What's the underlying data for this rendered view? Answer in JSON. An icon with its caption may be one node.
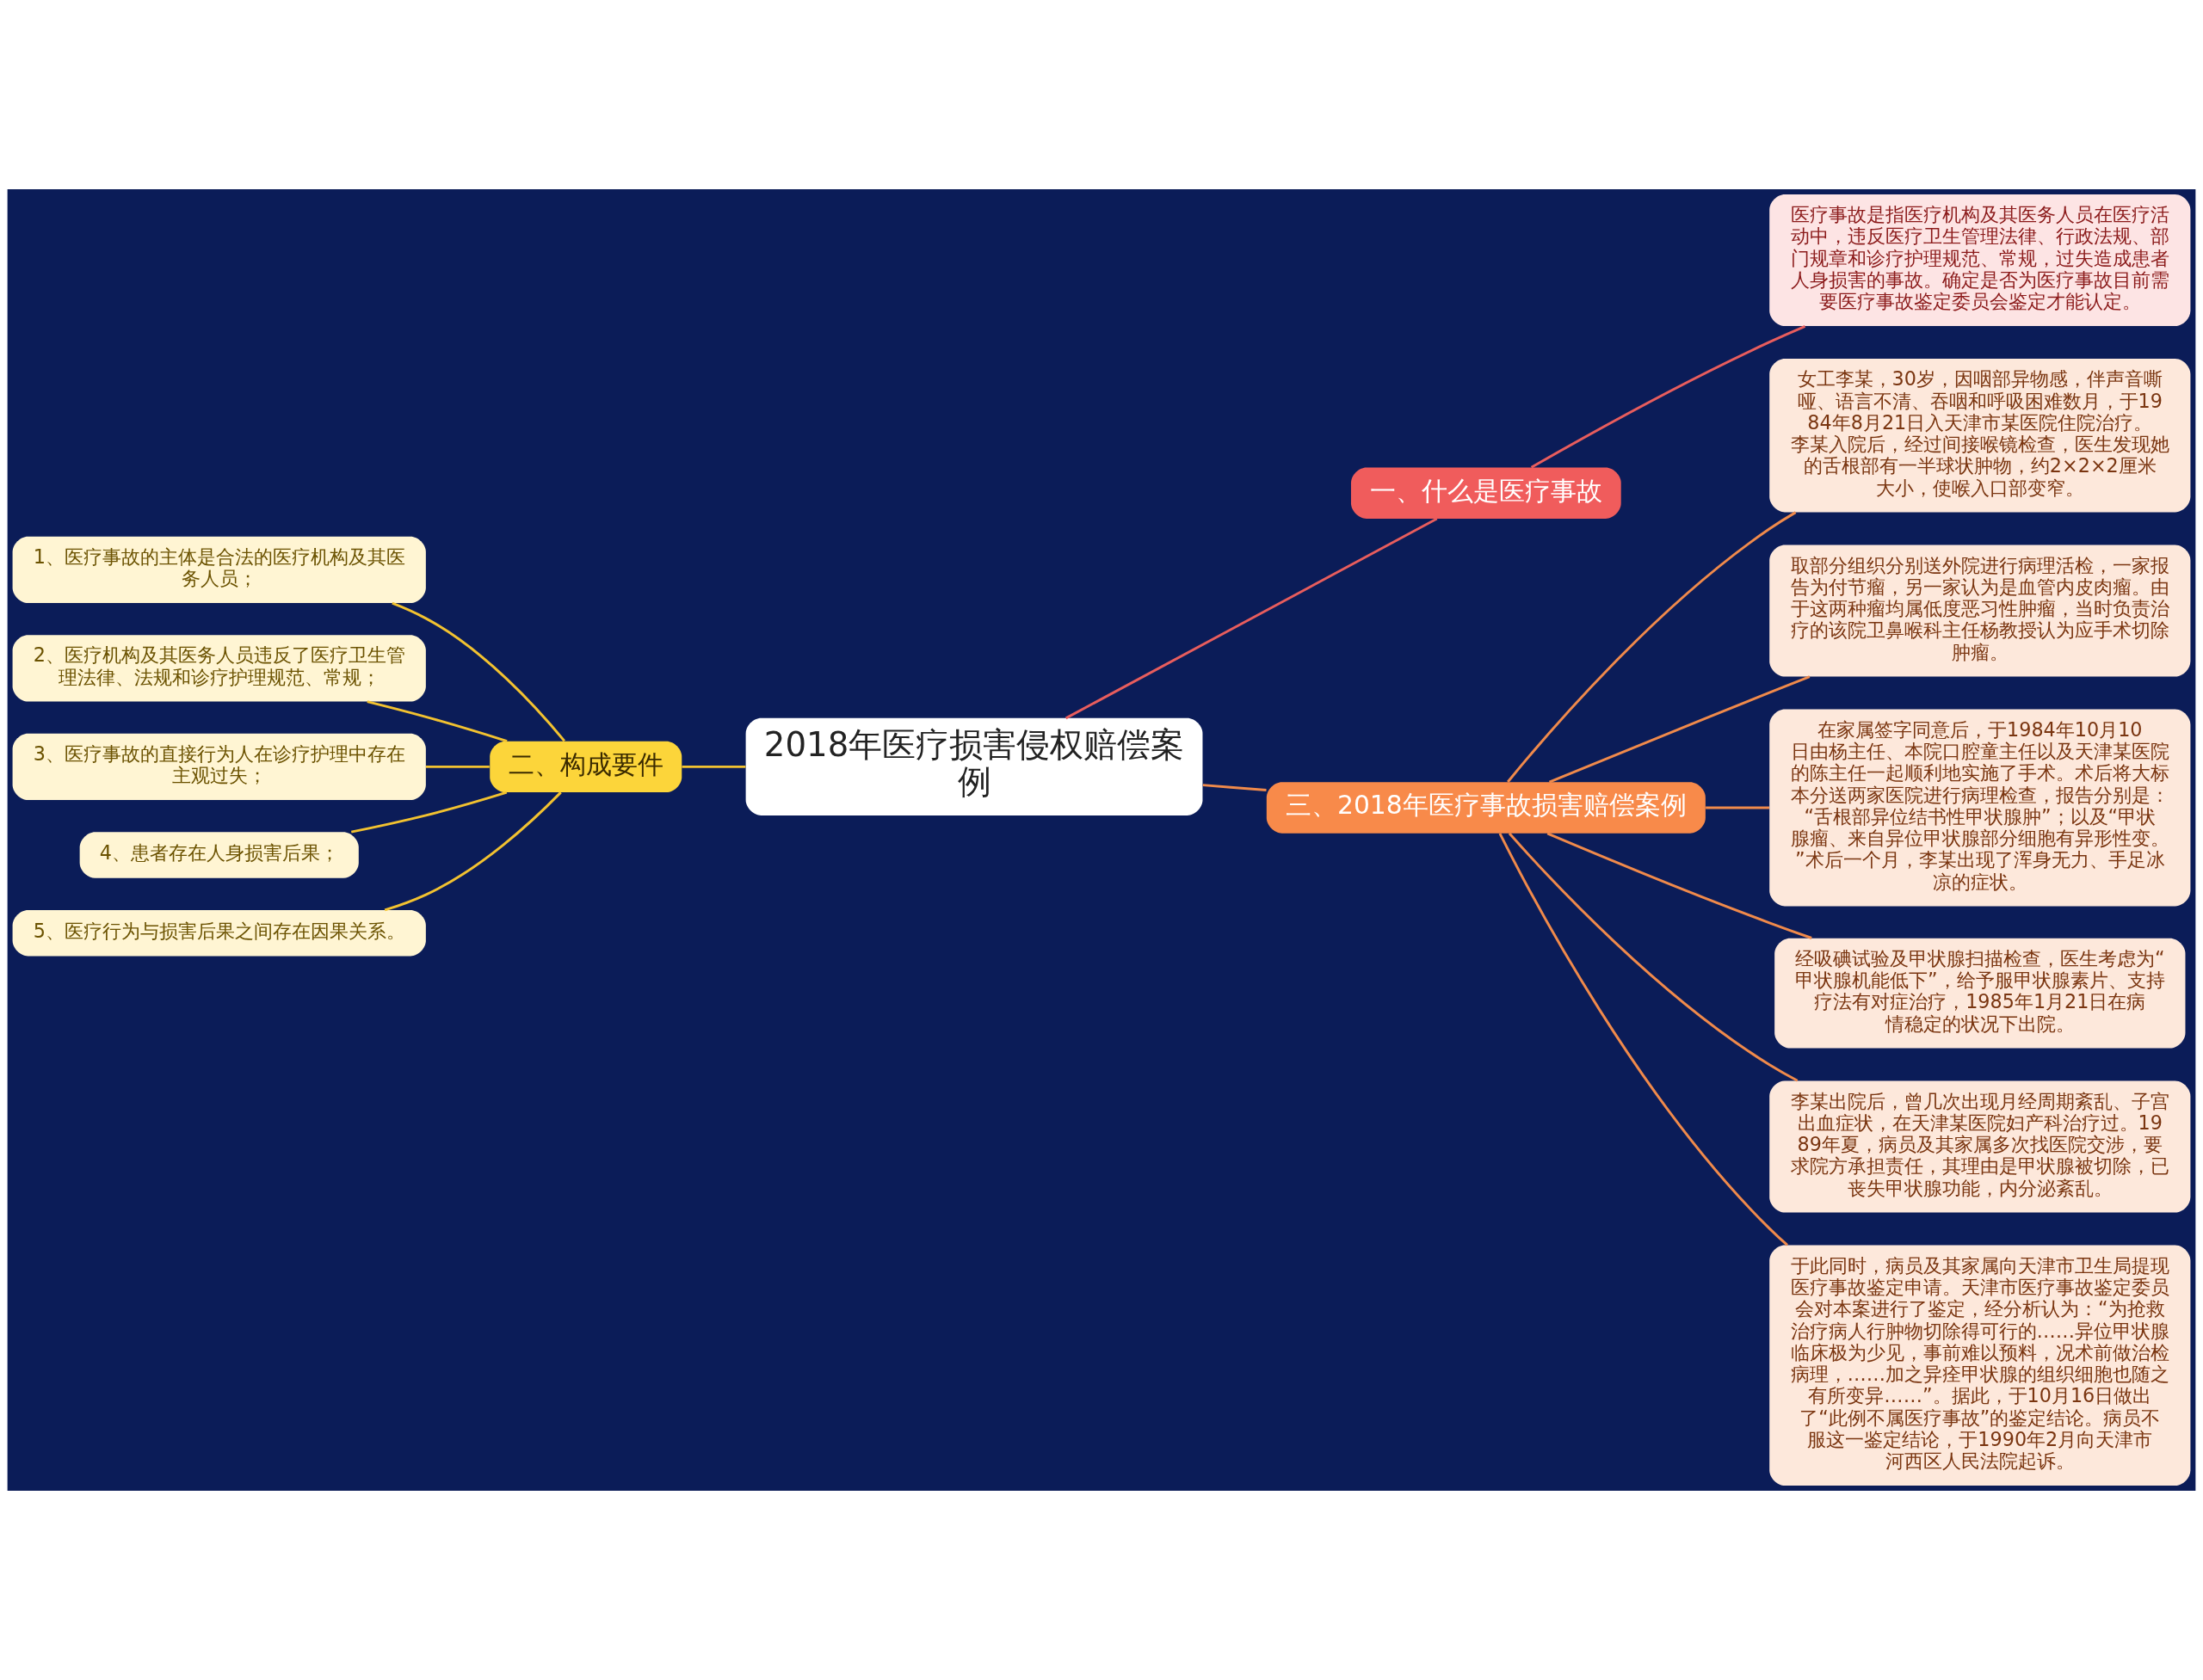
{
  "diagram": {
    "nodes": [
      {
        "text": [
          "2018年医疗损害侵权赔偿案例"
        ]
      },
      {
        "text": [
          "一、什么是医疗事故"
        ]
      },
      {
        "text": [
          "医疗事故是指医疗机构及其医务人员在医疗活动中，违反医疗卫生管理法律、行政法规、部门规章和诊疗护理规范、常规，过失造成患者人身损害的事故。确定是否为医疗事故目前需要医疗事故鉴定委员会鉴定才能认定。"
        ]
      },
      {
        "text": [
          "二、构成要件"
        ]
      },
      {
        "text": [
          "1、医疗事故的主体是合法的医疗机构及其医务人员；"
        ]
      },
      {
        "text": [
          "2、医疗机构及其医务人员违反了医疗卫生管理法律、法规和诊疗护理规范、常规；"
        ]
      },
      {
        "text": [
          "3、医疗事故的直接行为人在诊疗护理中存在主观过失；"
        ]
      },
      {
        "text": [
          "4、患者存在人身损害后果；"
        ]
      },
      {
        "text": [
          "5、医疗行为与损害后果之间存在因果关系。"
        ]
      },
      {
        "text": [
          "三、2018年医疗事故损害赔偿案例"
        ]
      },
      {
        "text": [
          "女工李某，30岁，因咽部异物感，伴声音嘶哑、语言不清、吞咽和呼吸困难数月，于1984年8月21日入天津市某医院住院治疗。李某入院后，经过间接喉镜检查，医生发现她的舌根部有一半球状肿物，约2×2×2厘米大小，使喉入口部变窄。"
        ]
      },
      {
        "text": [
          "取部分组织分别送外院进行病理活检，一家报告为付节瘤，另一家认为是血管内皮肉瘤。由于这两种瘤均属低度恶习性肿瘤，当时负责治疗的该院卫鼻喉科主任杨教授认为应手术切除肿瘤。"
        ]
      },
      {
        "text": [
          "在家属签字同意后，于1984年10月10日由杨主任、本院口腔童主任以及天津某医院的陈主任一起顺利地实施了手术。术后将大标本分送两家医院进行病理检查，报告分别是：“舌根部异位结书性甲状腺肿”；以及“甲状腺瘤、来自异位甲状腺部分细胞有异形性变。”术后一个月，李某出现了浑身无力、手足冰凉的症状。"
        ]
      },
      {
        "text": [
          "经吸碘试验及甲状腺扫描检查，医生考虑为“甲状腺机能低下”，给予服甲状腺素片、支持疗法有对症治疗，1985年1月21日在病情稳定的状况下出院。"
        ]
      },
      {
        "text": [
          "李某出院后，曾几次出现月经周期紊乱、子宫出血症状，在天津某医院妇产科治疗过。1989年夏，病员及其家属多次找医院交涉，要求院方承担责任，其理由是甲状腺被切除，已丧失甲状腺功能，内分泌紊乱。"
        ]
      },
      {
        "text": [
          "于此同时，病员及其家属向天津市卫生局提现医疗事故鉴定申请。天津市医疗事故鉴定委员会对本案进行了鉴定，经分析认为：“为抢救治疗病人行肿物切除得可行的……异位甲状腺临床极为少见，事前难以预料，况术前做治检病理，……加之异痊甲状腺的组织细胞也随之有所变异……”。据此，于10月16日做出了“此例不属医疗事故”的鉴定结论。病员不服这一鉴定结论，于1990年2月向天津市河西区人民法院起诉。"
        ]
      }
    ],
    "edges": [
      {
        "from": 0,
        "to": 1,
        "arrow": "none",
        "color": "#e85d5d"
      },
      {
        "from": 1,
        "to": 2,
        "arrow": "none",
        "color": "#e85d5d"
      },
      {
        "from": 4,
        "to": 3,
        "arrow": "none",
        "color": "#f2c230"
      },
      {
        "from": 5,
        "to": 3,
        "arrow": "none",
        "color": "#f2c230"
      },
      {
        "from": 6,
        "to": 3,
        "arrow": "none",
        "color": "#f2c230"
      },
      {
        "from": 7,
        "to": 3,
        "arrow": "none",
        "color": "#f2c230"
      },
      {
        "from": 8,
        "to": 3,
        "arrow": "none",
        "color": "#f2c230"
      },
      {
        "from": 3,
        "to": 0,
        "arrow": "none",
        "color": "#f2c230"
      },
      {
        "from": 0,
        "to": 9,
        "arrow": "none"
      },
      {
        "from": 9,
        "to": 10,
        "arrow": "none"
      },
      {
        "from": 9,
        "to": 11,
        "arrow": "none"
      },
      {
        "from": 9,
        "to": 12,
        "arrow": "none"
      },
      {
        "from": 9,
        "to": 13,
        "arrow": "none"
      },
      {
        "from": 9,
        "to": 14,
        "arrow": "none"
      },
      {
        "from": 9,
        "to": 15,
        "arrow": "none"
      }
    ]
  }
}
